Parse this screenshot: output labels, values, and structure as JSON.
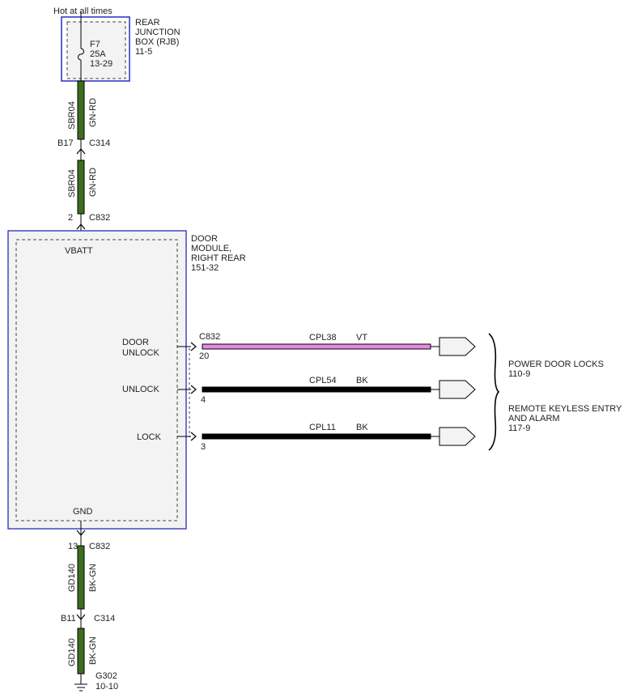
{
  "diagram": {
    "hot_label": "Hot at all times",
    "rjb": {
      "fuse_name": "F7",
      "fuse_amps": "25A",
      "fuse_ref": "13-29",
      "title_line1": "REAR",
      "title_line2": "JUNCTION",
      "title_line3": "BOX (RJB)",
      "ref": "11-5"
    },
    "wires": {
      "sbr_top": {
        "circuit": "SBR04",
        "color_code": "GN-RD"
      },
      "sbr_mid": {
        "circuit": "SBR04",
        "color_code": "GN-RD"
      },
      "gd_top": {
        "circuit": "GD140",
        "color_code": "BK-GN"
      },
      "gd_bottom": {
        "circuit": "GD140",
        "color_code": "BK-GN"
      }
    },
    "connectors": {
      "c314_top": {
        "pin": "B17",
        "name": "C314"
      },
      "c832_top": {
        "pin": "2",
        "name": "C832"
      },
      "c832_bottom": {
        "pin": "13",
        "name": "C832"
      },
      "c314_bottom": {
        "pin": "B11",
        "name": "C314"
      },
      "c832_right": "C832"
    },
    "door_module": {
      "title_line1": "DOOR",
      "title_line2": "MODULE,",
      "title_line3": "RIGHT REAR",
      "ref": "151-32",
      "vbatt": "VBATT",
      "gnd": "GND"
    },
    "outputs": [
      {
        "label_line1": "DOOR",
        "label_line2": "UNLOCK",
        "pin": "20",
        "circuit": "CPL38",
        "color_code": "VT"
      },
      {
        "label_line1": "",
        "label_line2": "UNLOCK",
        "pin": "4",
        "circuit": "CPL54",
        "color_code": "BK"
      },
      {
        "label_line1": "",
        "label_line2": "LOCK",
        "pin": "3",
        "circuit": "CPL11",
        "color_code": "BK"
      }
    ],
    "destinations": {
      "pdl_line1": "POWER DOOR LOCKS",
      "pdl_ref": "110-9",
      "rke_line1": "REMOTE KEYLESS ENTRY",
      "rke_line2": "AND ALARM",
      "rke_ref": "117-9"
    },
    "ground": {
      "name": "G302",
      "ref": "10-10"
    }
  },
  "colors": {
    "frame_blue": "#2a2ac0",
    "wire_green": "#3c6e1e",
    "wire_black": "#000000",
    "wire_violet": "#e58ae0",
    "module_fill": "#f3f3f3"
  }
}
